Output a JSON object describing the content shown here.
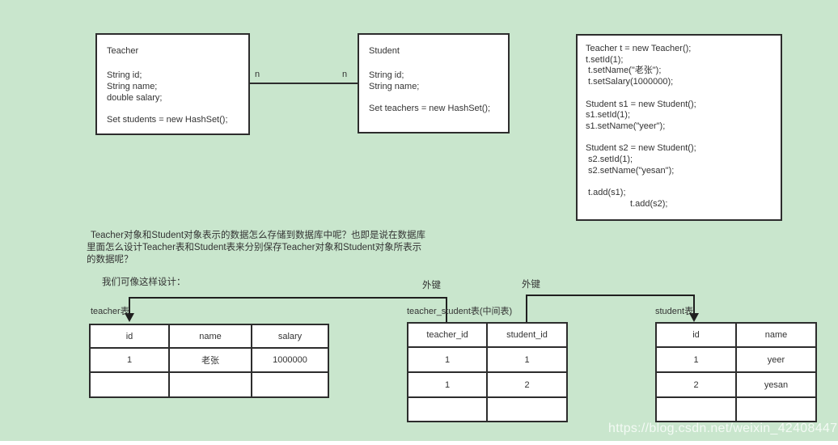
{
  "colors": {
    "background": "#c9e6cd",
    "box_border": "#2d2d2d",
    "text": "#333333",
    "watermark": "rgba(255,255,255,0.78)"
  },
  "uml": {
    "teacher": {
      "title": "Teacher",
      "fields": [
        "String id;",
        "String name;",
        "double salary;"
      ],
      "method": "Set students = new HashSet();"
    },
    "student": {
      "title": "Student",
      "fields": [
        "String id;",
        "String name;"
      ],
      "method": "Set teachers = new HashSet();"
    },
    "multiplicity_left": "n",
    "multiplicity_right": "n"
  },
  "code": {
    "lines": [
      "Teacher t = new Teacher();",
      "t.setId(1);",
      " t.setName(\"老张\");",
      " t.setSalary(1000000);",
      "",
      "Student s1 = new Student();",
      "s1.setId(1);",
      "s1.setName(\"yeer\");",
      "",
      "Student s2 = new Student();",
      " s2.setId(1);",
      " s2.setName(\"yesan\");",
      "",
      " t.add(s1);",
      "                  t.add(s2);"
    ]
  },
  "question": {
    "line1": "Teacher对象和Student对象表示的数据怎么存储到数据库中呢？也即是说在数据库",
    "line2": "里面怎么设计Teacher表和Student表来分别保存Teacher对象和Student对象所表示",
    "line3": "的数据呢？",
    "suggestion": "我们可像这样设计："
  },
  "fk": {
    "left_label": "外键",
    "right_label": "外键"
  },
  "tables": {
    "teacher": {
      "label": "teacher表",
      "headers": [
        "id",
        "name",
        "salary"
      ],
      "rows": [
        [
          "1",
          "老张",
          "1000000"
        ],
        [
          "",
          "",
          ""
        ]
      ]
    },
    "middle": {
      "label": "teacher_student表(中间表)",
      "headers": [
        "teacher_id",
        "student_id"
      ],
      "rows": [
        [
          "1",
          "1"
        ],
        [
          "1",
          "2"
        ],
        [
          "",
          ""
        ]
      ]
    },
    "student": {
      "label": "student表",
      "headers": [
        "id",
        "name"
      ],
      "rows": [
        [
          "1",
          "yeer"
        ],
        [
          "2",
          "yesan"
        ],
        [
          "",
          ""
        ]
      ]
    }
  },
  "watermark": "https://blog.csdn.net/weixin_42408447"
}
